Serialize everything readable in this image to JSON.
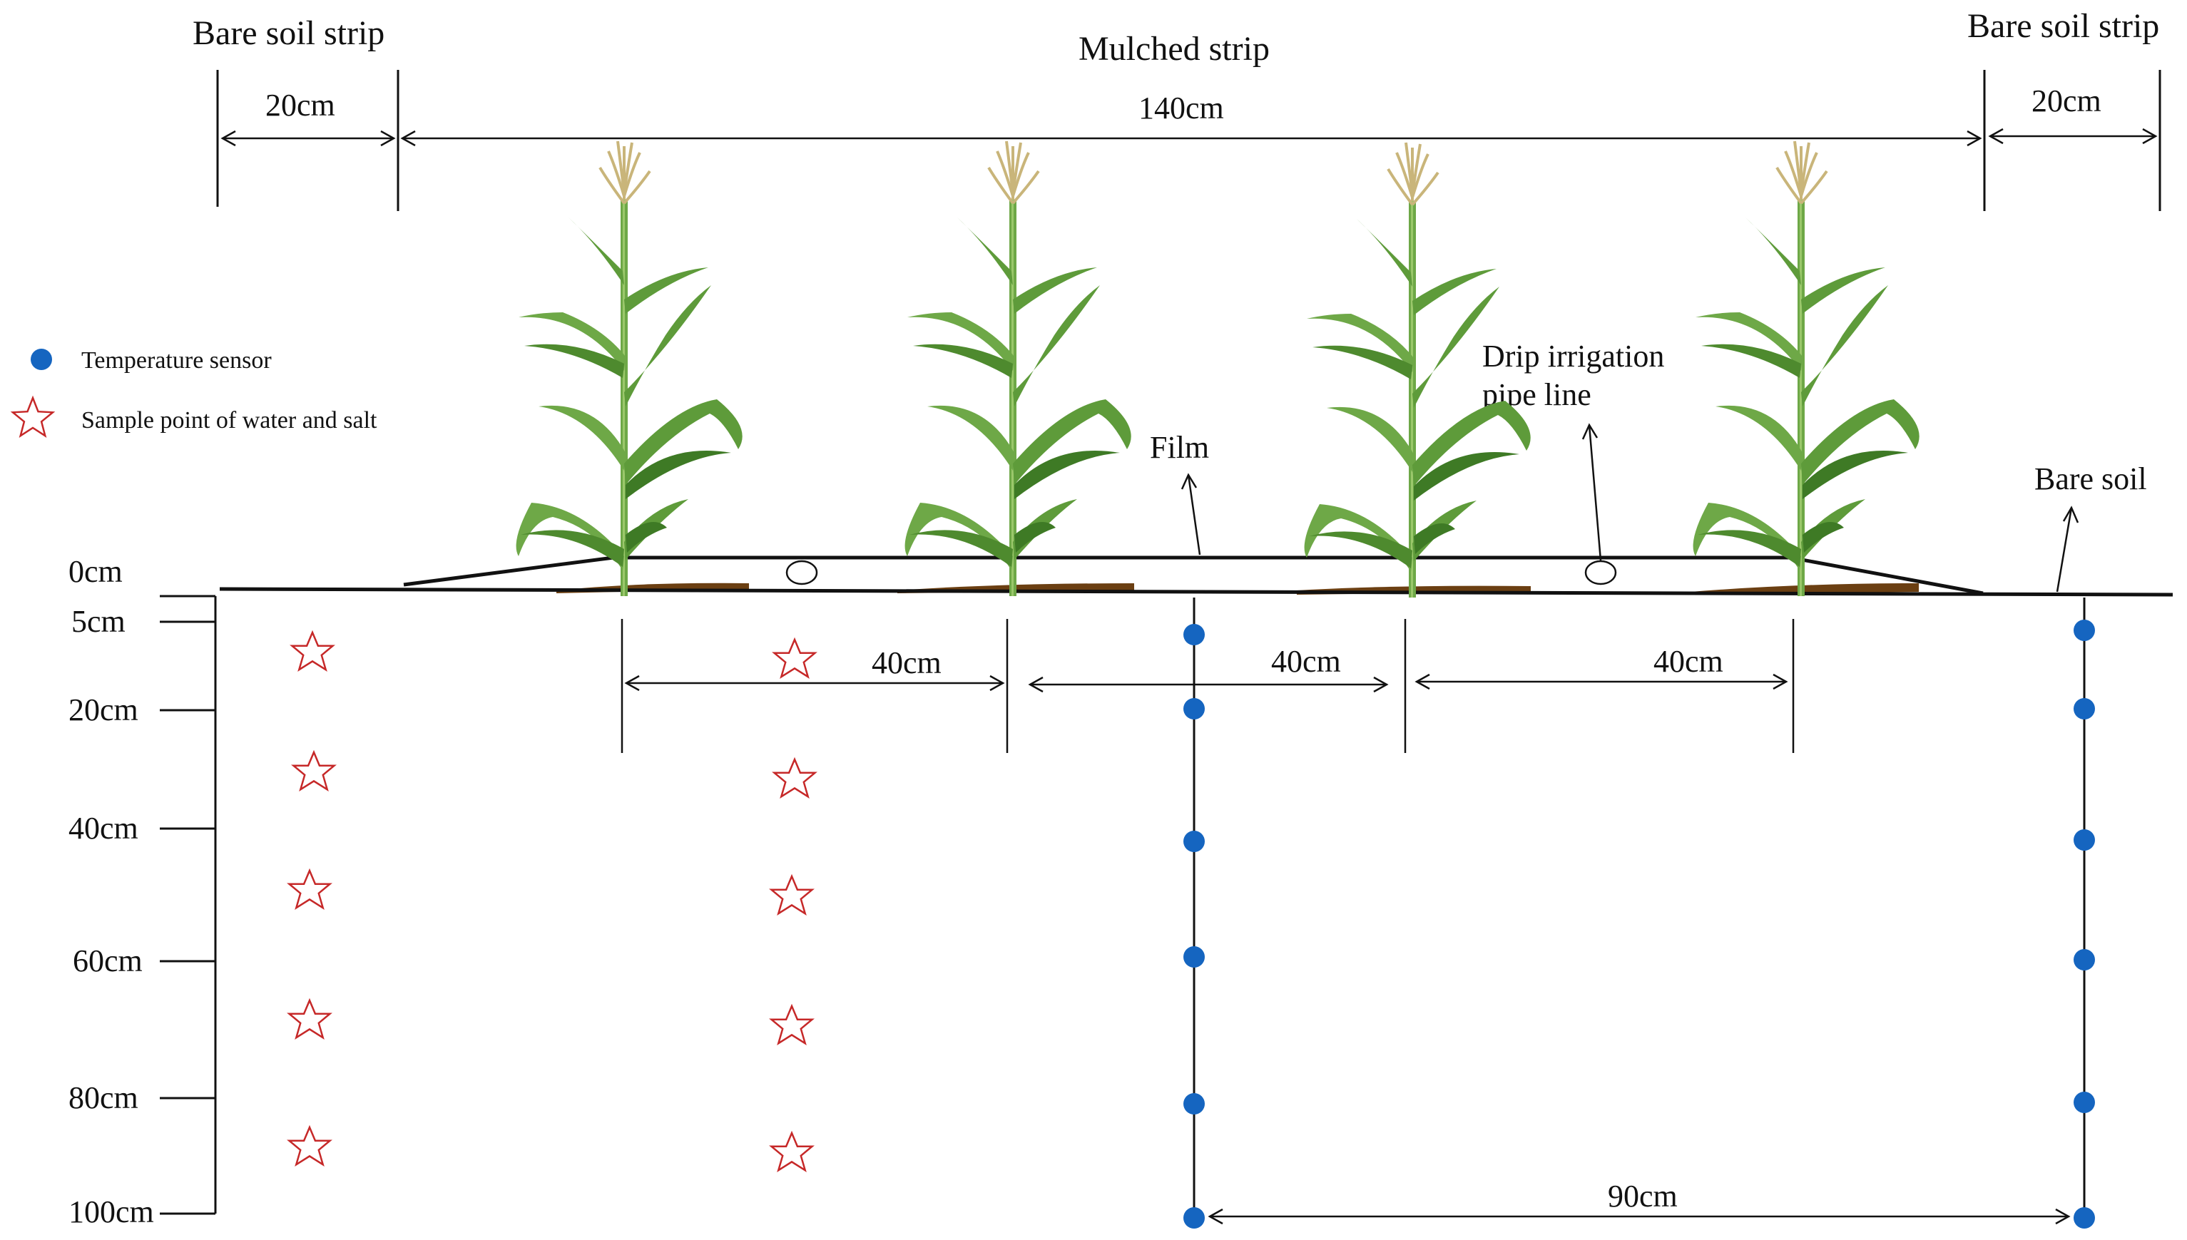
{
  "top_labels": {
    "bare_left": "Bare soil strip",
    "mulched": "Mulched strip",
    "bare_right": "Bare soil strip"
  },
  "top_dims": {
    "left": "20cm",
    "middle": "140cm",
    "right": "20cm"
  },
  "legend": {
    "temperature_sensor": "Temperature  sensor",
    "sample_point": "Sample  point  of  water  and  salt"
  },
  "annotations": {
    "film": "Film",
    "drip_line1": "Drip irrigation",
    "drip_line2": "pipe line",
    "bare_soil": "Bare soil"
  },
  "depth_labels": [
    "0cm",
    "5cm",
    "20cm",
    "40cm",
    "60cm",
    "80cm",
    "100cm"
  ],
  "spacing_labels": {
    "s1": "40cm",
    "s2": "40cm",
    "s3": "40cm",
    "bottom": "90cm"
  },
  "colors": {
    "sensor": "#1565C0",
    "star": "#C62828",
    "soil": "#6B3F12",
    "leaf": "#5E9B3A",
    "leaf_dark": "#3E7A25",
    "tassel": "#C9B57A"
  }
}
